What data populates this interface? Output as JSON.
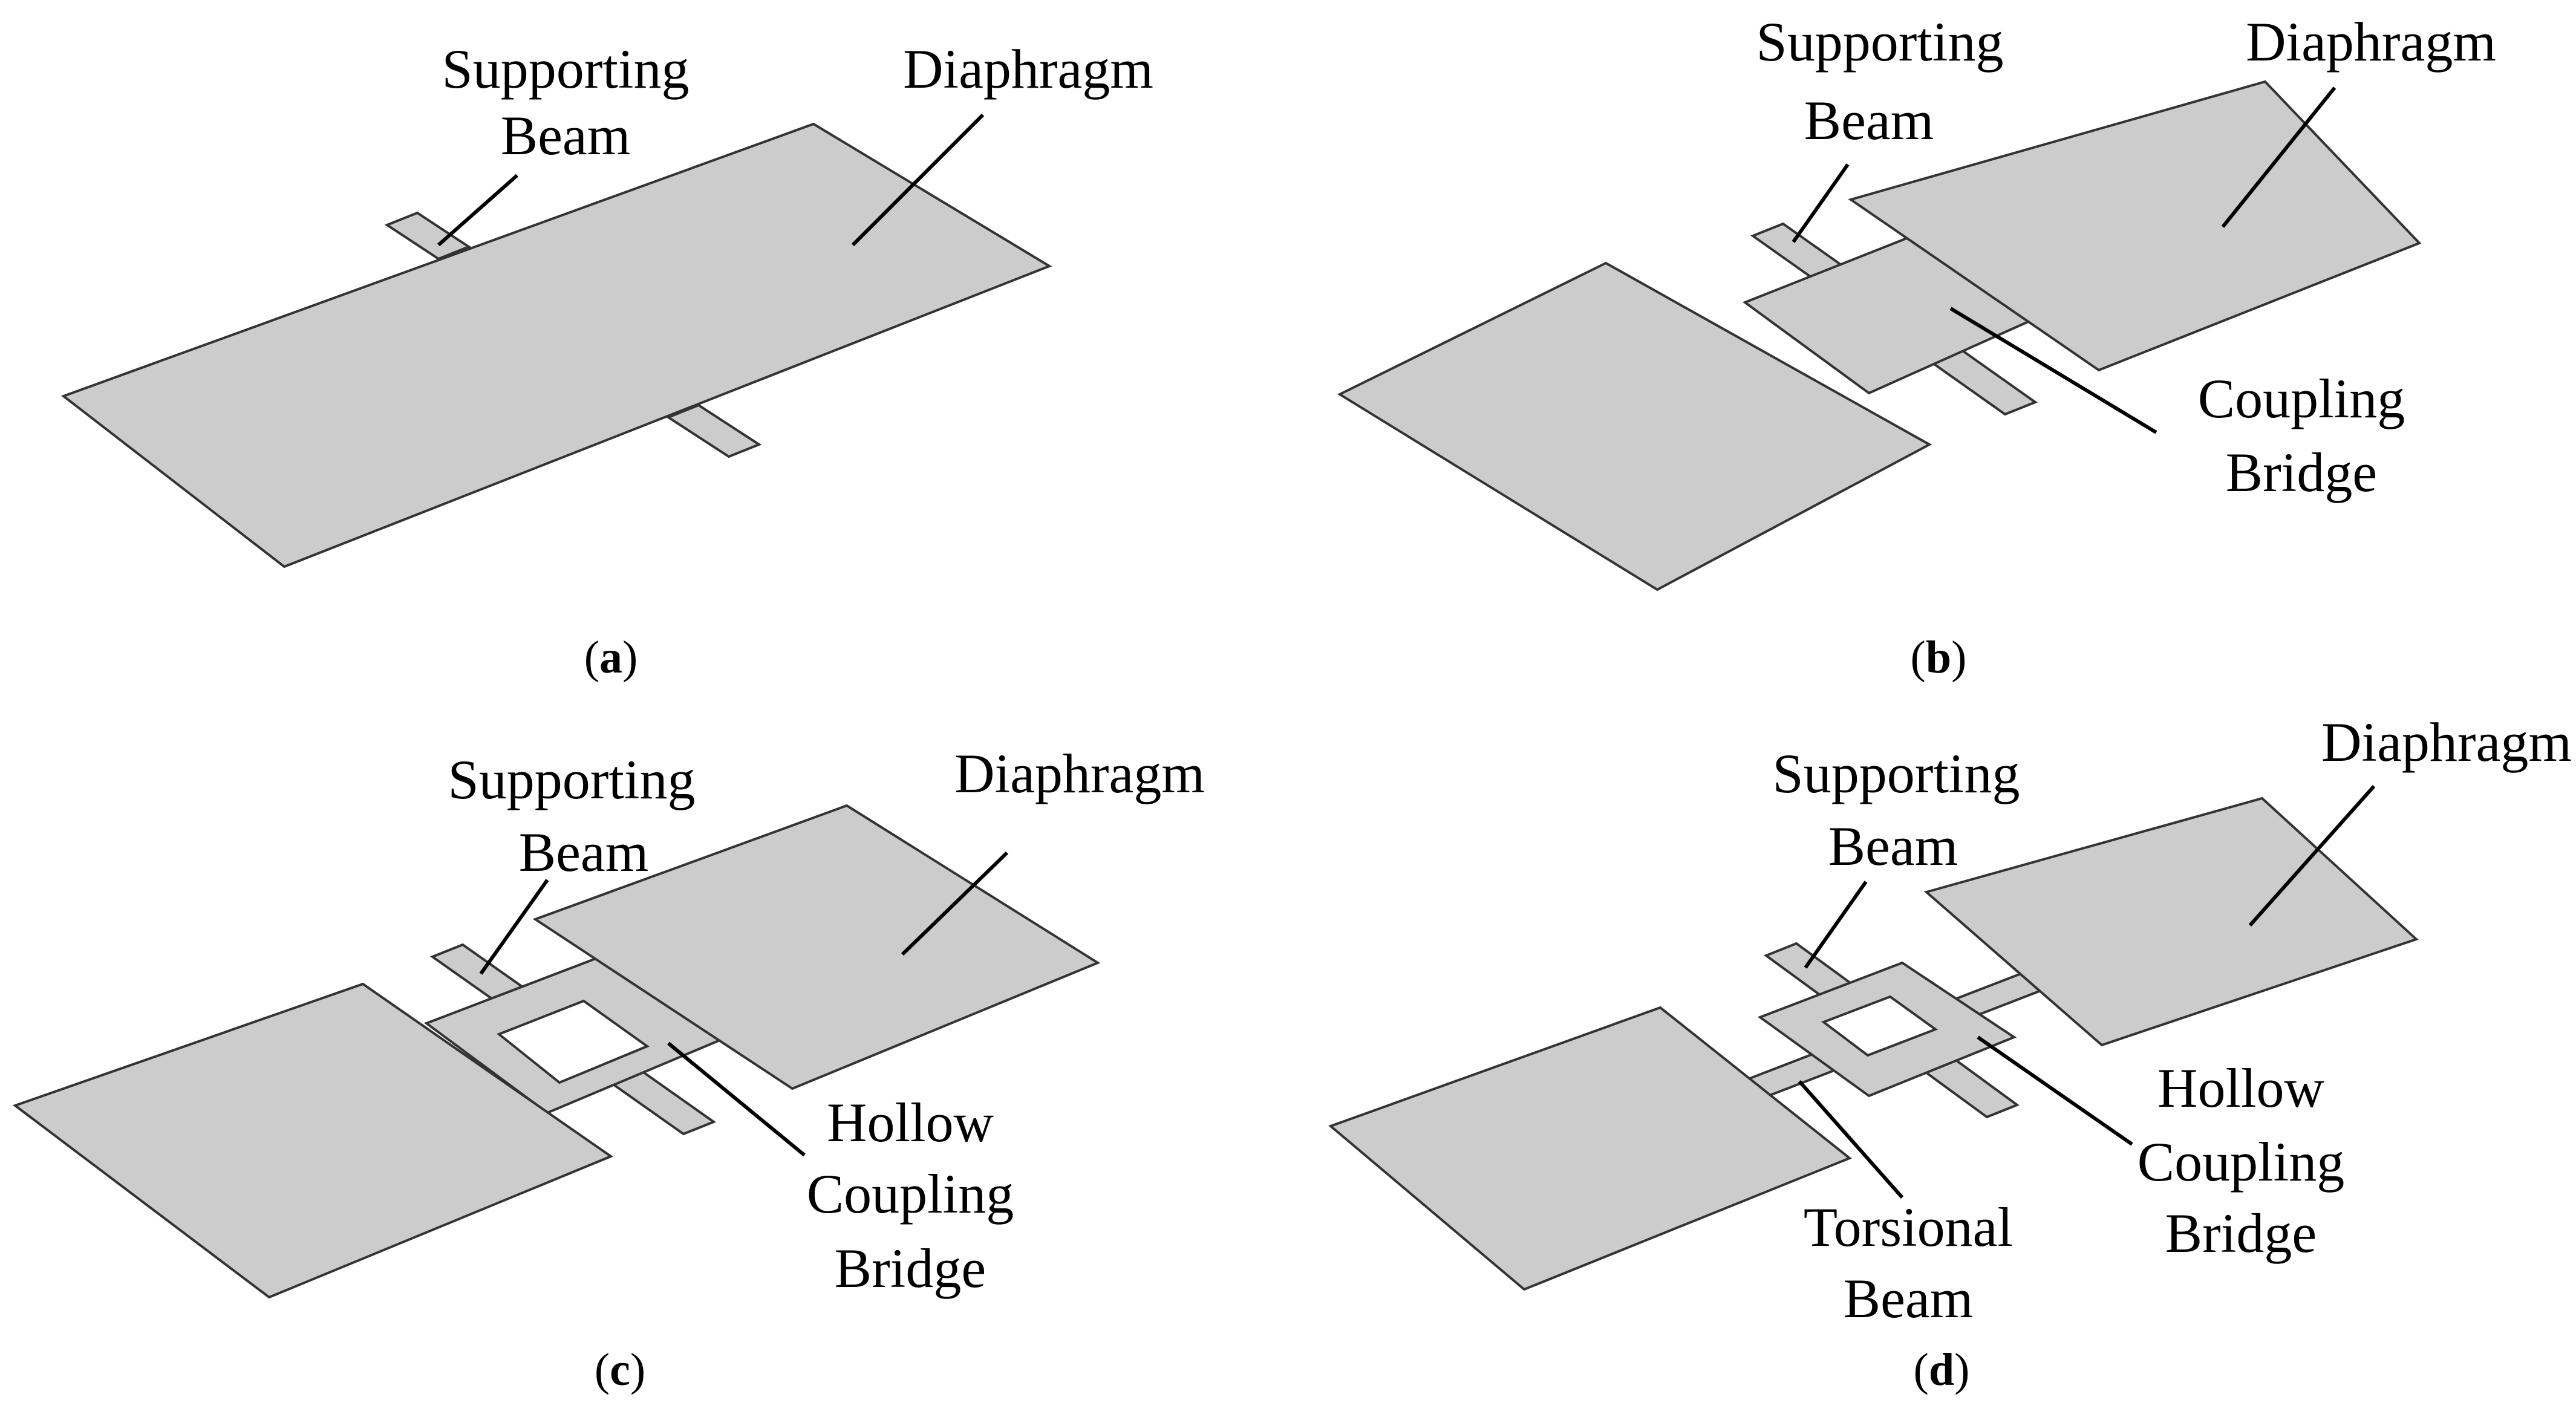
{
  "panels": {
    "a": {
      "caption_letter": "a",
      "labels": {
        "supporting_beam_1": "Supporting",
        "supporting_beam_2": "Beam",
        "diaphragm": "Diaphragm"
      }
    },
    "b": {
      "caption_letter": "b",
      "labels": {
        "supporting_beam_1": "Supporting",
        "supporting_beam_2": "Beam",
        "diaphragm": "Diaphragm",
        "coupling_bridge_1": "Coupling",
        "coupling_bridge_2": "Bridge"
      }
    },
    "c": {
      "caption_letter": "c",
      "labels": {
        "supporting_beam_1": "Supporting",
        "supporting_beam_2": "Beam",
        "diaphragm": "Diaphragm",
        "hollow_coupling_bridge_1": "Hollow",
        "hollow_coupling_bridge_2": "Coupling",
        "hollow_coupling_bridge_3": "Bridge"
      }
    },
    "d": {
      "caption_letter": "d",
      "labels": {
        "supporting_beam_1": "Supporting",
        "supporting_beam_2": "Beam",
        "diaphragm": "Diaphragm",
        "hollow_coupling_bridge_1": "Hollow",
        "hollow_coupling_bridge_2": "Coupling",
        "hollow_coupling_bridge_3": "Bridge",
        "torsional_beam_1": "Torsional",
        "torsional_beam_2": "Beam"
      }
    }
  },
  "colors": {
    "plate_fill": "#cccccc",
    "plate_edge": "#333333",
    "hole_fill": "#ffffff",
    "leader_line": "#000000"
  }
}
